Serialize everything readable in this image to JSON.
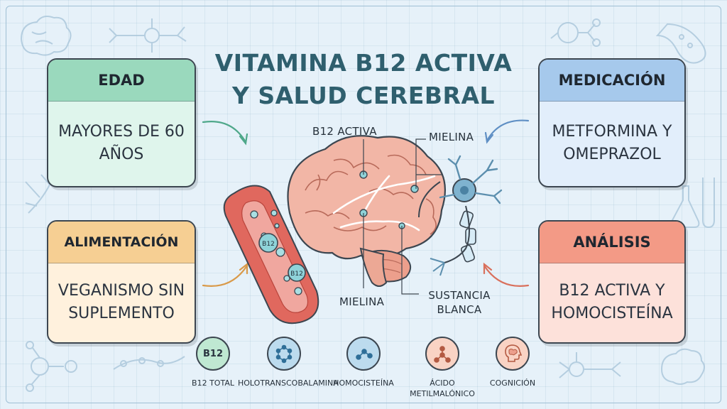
{
  "title": {
    "line1": "VITAMINA B12 ACTIVA",
    "line2": "Y SALUD CEREBRAL"
  },
  "cards": {
    "edad": {
      "title": "EDAD",
      "body": "MAYORES DE 60 AÑOS"
    },
    "alimentacion": {
      "title": "ALIMENTACIÓN",
      "body": "VEGANISMO SIN SUPLEMENTO"
    },
    "medicacion": {
      "title": "MEDICACIÓN",
      "body": "METFORMINA Y OMEPRAZOL"
    },
    "analisis": {
      "title": "ANÁLISIS",
      "body": "B12 ACTIVA Y HOMOCISTEÍNA"
    }
  },
  "diagram_labels": {
    "b12_activa": "B12 ACTIVA",
    "mielina_top": "MIELINA",
    "mielina_bottom": "MIELINA",
    "sustancia_blanca_1": "SUSTANCIA",
    "sustancia_blanca_2": "BLANCA",
    "cell_label": "B12"
  },
  "legend": [
    {
      "label": "B12 TOTAL",
      "badge": "B12",
      "color": "#bfe8d2"
    },
    {
      "label": "HOLOTRANSCOBALAMINA",
      "color": "#bcdbee"
    },
    {
      "label": "HOMOCISTEÍNA",
      "color": "#bcdbee"
    },
    {
      "label": "ÁCIDO METILMALÓNICO",
      "color": "#f9d3c4"
    },
    {
      "label": "COGNICIÓN",
      "color": "#f9d3c4"
    }
  ],
  "colors": {
    "title": "#2f5f6e",
    "edad": "#9ad9bd",
    "alimentacion": "#f6cf93",
    "medicacion": "#a6c9ec",
    "analisis": "#f39a86",
    "brain": "#f2b6a6",
    "vessel": "#e0685e",
    "neuron": "#7fb3cf"
  }
}
